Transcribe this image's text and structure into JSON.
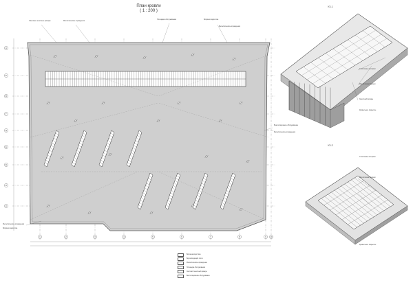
{
  "plan": {
    "title": "План кровли",
    "scale": "( 1 : 200 )"
  },
  "details": {
    "detail1": "УЗ-1",
    "detail2": "УЗ-2"
  },
  "axes_bottom": [
    "1",
    "2",
    "3",
    "4",
    "5",
    "6",
    "7",
    "8",
    "9",
    "10"
  ],
  "axes_left": [
    "А",
    "Б",
    "В",
    "Г",
    "Д",
    "Е",
    "Ж",
    "И",
    "К"
  ],
  "callouts": {
    "top_left_a": "Световые зенитные фонари",
    "top_left_b": "Металлические ограждения",
    "top_mid_a": "Площадка обслуживания",
    "top_right_a": "Воронки водостока",
    "top_right_b": "Металлические ограждения",
    "right_a": "Вентиляционное оборудование",
    "right_b": "Металлические ограждения",
    "bottom_left_a": "Металлические ограждения",
    "bottom_left_b": "Воронки водостока",
    "d1_a": "Стеклянные витражи",
    "d1_b": "Металлоконструкции",
    "d1_c": "Зенитный фонарь",
    "d1_d": "Кровельное покрытие",
    "d2_a": "Стеклянные витражи",
    "d2_b": "Металлоконструкции",
    "d2_c": "Кровельное покрытие"
  },
  "legend": [
    "Воронка водостока",
    "Водоотводящий лоток",
    "Металлическое ограждение",
    "Площадка обслуживания",
    "Световой зенитный фонарь",
    "Вентиляционное оборудование"
  ],
  "colors": {
    "roof": "#cfcfcf",
    "line": "#555555",
    "skylight": "#ffffff"
  }
}
